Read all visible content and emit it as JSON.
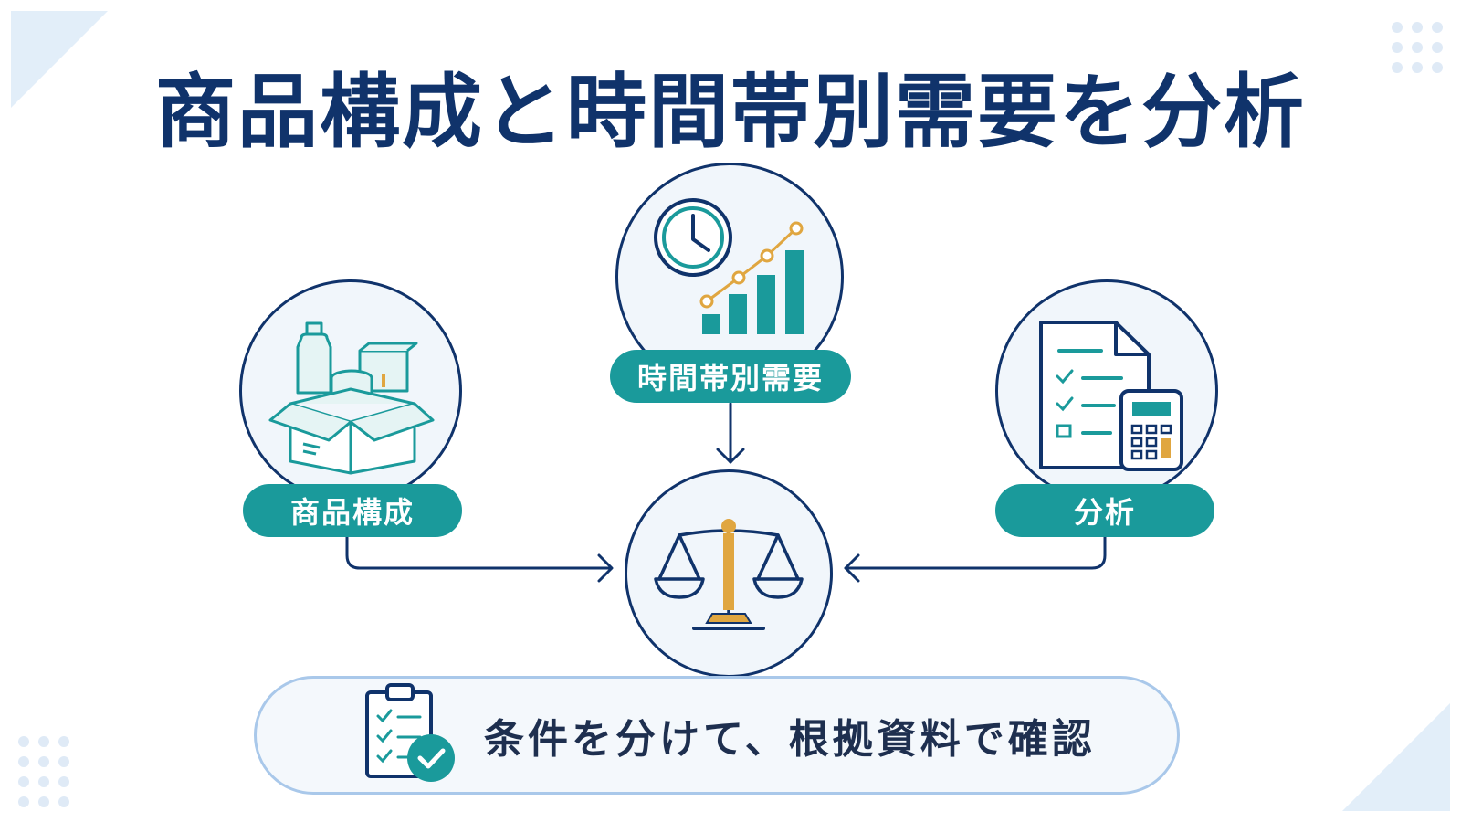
{
  "title": "商品構成と時間帯別需要を分析",
  "nodes": {
    "left": {
      "label": "商品構成",
      "icon": "product-box-icon"
    },
    "top": {
      "label": "時間帯別需要",
      "icon": "clock-chart-icon"
    },
    "right": {
      "label": "分析",
      "icon": "document-calculator-icon"
    },
    "center": {
      "icon": "balance-scale-icon"
    }
  },
  "footer": {
    "text": "条件を分けて、根拠資料で確認",
    "icon": "checklist-clipboard-icon"
  },
  "colors": {
    "navy": "#10336b",
    "teal": "#1a9a9b",
    "gold": "#e0a640",
    "light_blue": "#a9c8ea"
  }
}
